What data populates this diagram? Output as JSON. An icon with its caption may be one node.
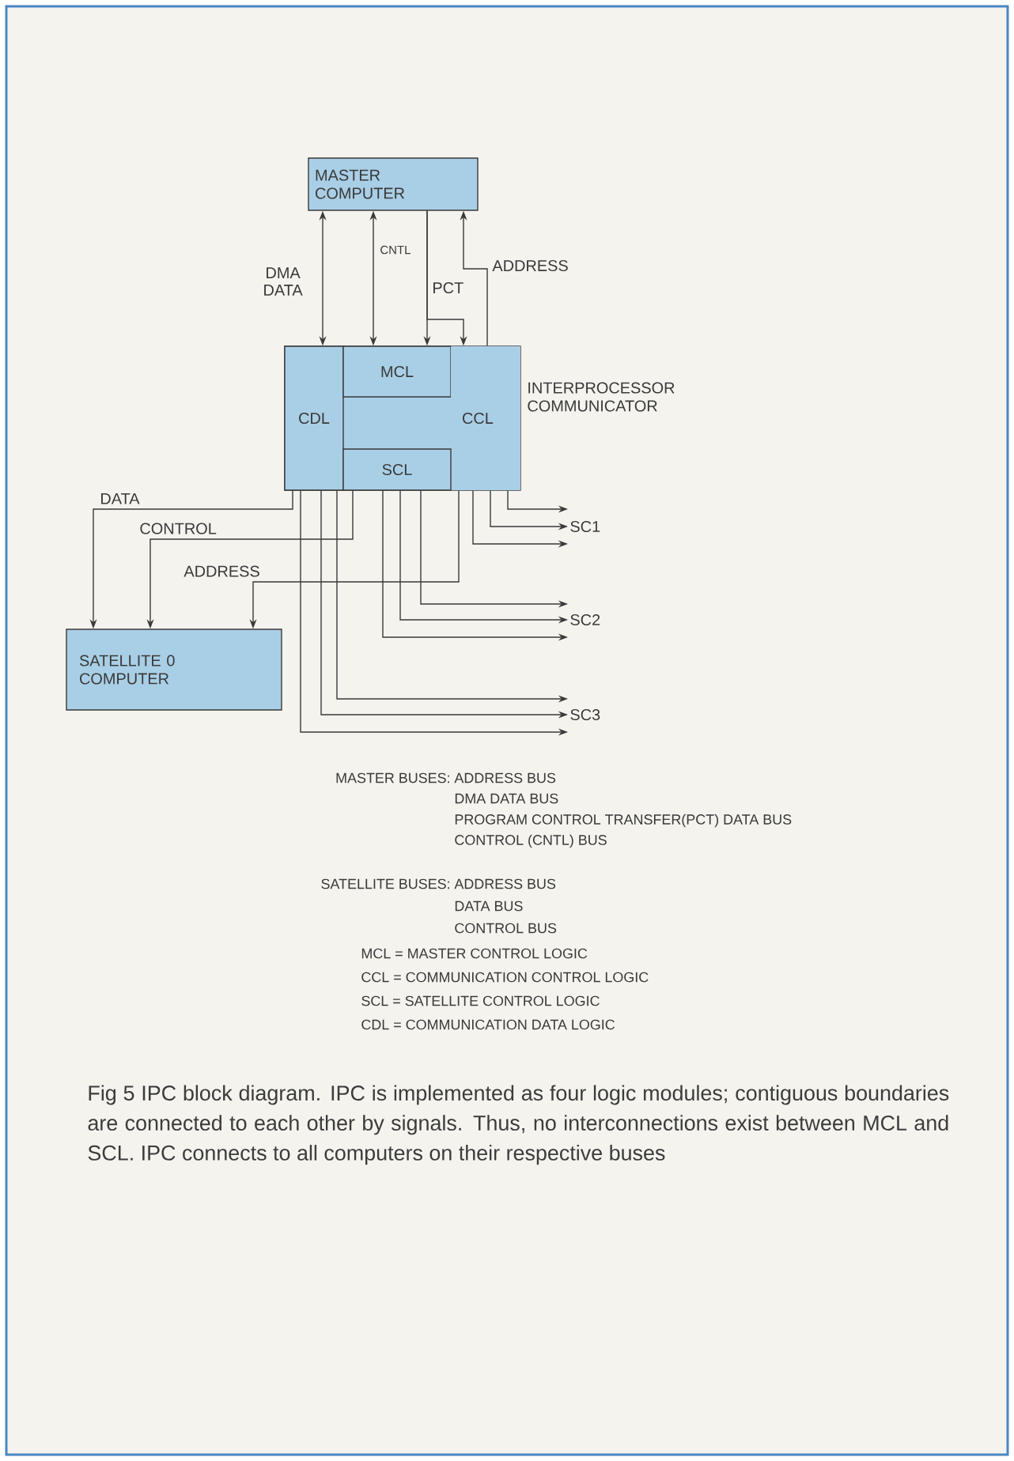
{
  "diagram": {
    "caption": "Fig 5 IPC block diagram. IPC is implemented as four logic modules; contiguous boundaries are connected to each other by signals. Thus, no interconnections exist between MCL and SCL. IPC connects to all computers on their respective buses",
    "nodes": [
      {
        "text": [
          "MASTER COMPUTER"
        ]
      },
      {
        "text": [
          "INTERPROCESSOR COMMUNICATOR"
        ]
      },
      {
        "text": [
          "CDL"
        ],
        "in": 1
      },
      {
        "text": [
          "MCL"
        ],
        "in": 1
      },
      {
        "text": [
          "CCL"
        ],
        "in": 1
      },
      {
        "text": [
          "SCL"
        ],
        "in": 1
      },
      {
        "text": [
          "SATELLITE 0 COMPUTER"
        ]
      },
      {
        "text": [
          "SC1"
        ]
      },
      {
        "text": [
          "SC2"
        ]
      },
      {
        "text": [
          "SC3"
        ]
      }
    ],
    "edges": [
      {
        "from": 0,
        "to": 2,
        "arrow": "both",
        "label": "DMA DATA"
      },
      {
        "from": 0,
        "to": 3,
        "arrow": "both",
        "label": "CNTL"
      },
      {
        "from": 0,
        "to": 3,
        "arrow": "to",
        "label": "PCT"
      },
      {
        "from": 0,
        "to": 4,
        "arrow": "to"
      },
      {
        "from": 4,
        "to": 0,
        "arrow": "to",
        "label": "ADDRESS"
      },
      {
        "from": 2,
        "to": 6,
        "arrow": "to",
        "label": "DATA"
      },
      {
        "from": 5,
        "to": 6,
        "arrow": "to",
        "label": "CONTROL"
      },
      {
        "from": 4,
        "to": 6,
        "arrow": "to",
        "label": "ADDRESS"
      },
      {
        "from": 4,
        "to": 7,
        "arrow": "to"
      },
      {
        "from": 4,
        "to": 7,
        "arrow": "to"
      },
      {
        "from": 4,
        "to": 7,
        "arrow": "to"
      },
      {
        "from": 5,
        "to": 8,
        "arrow": "to"
      },
      {
        "from": 5,
        "to": 8,
        "arrow": "to"
      },
      {
        "from": 5,
        "to": 8,
        "arrow": "to"
      },
      {
        "from": 2,
        "to": 9,
        "arrow": "to"
      },
      {
        "from": 2,
        "to": 9,
        "arrow": "to"
      },
      {
        "from": 2,
        "to": 9,
        "arrow": "to"
      }
    ],
    "labels": [
      "MASTER BUSES:",
      "ADDRESS BUS",
      "DMA DATA BUS",
      "PROGRAM CONTROL TRANSFER(PCT) DATA BUS",
      "CONTROL (CNTL) BUS",
      "SATELLITE BUSES:",
      "ADDRESS BUS",
      "DATA BUS",
      "CONTROL BUS",
      "MCL = MASTER CONTROL LOGIC",
      "CCL = COMMUNICATION CONTROL LOGIC",
      "SCL = SATELLITE CONTROL LOGIC",
      "CDL = COMMUNICATION DATA LOGIC"
    ]
  }
}
